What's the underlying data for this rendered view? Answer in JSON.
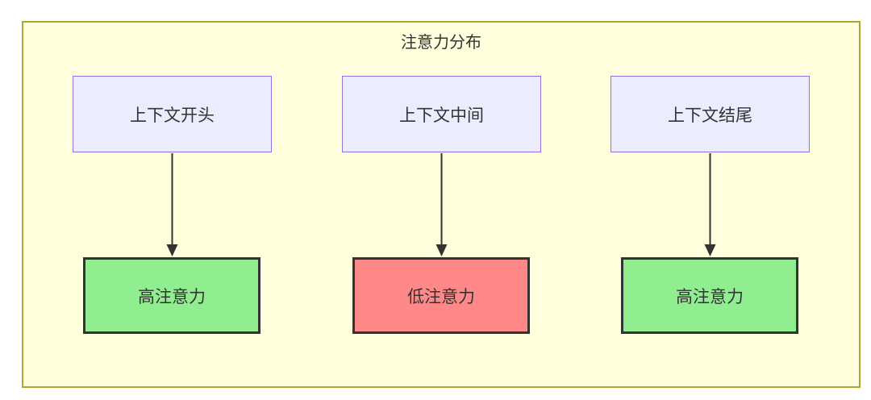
{
  "diagram": {
    "title": "注意力分布",
    "columns": [
      {
        "source": "上下文开头",
        "result": "高注意力",
        "level": "high"
      },
      {
        "source": "上下文中间",
        "result": "低注意力",
        "level": "low"
      },
      {
        "source": "上下文结尾",
        "result": "高注意力",
        "level": "high"
      }
    ],
    "colors": {
      "container_bg": "#ffffde",
      "container_border": "#aaaa33",
      "source_fill": "#ececff",
      "source_border": "#9370db",
      "high_fill": "#90ee90",
      "low_fill": "#ff8888",
      "result_border": "#333333",
      "arrow": "#333333",
      "text": "#333333",
      "page_bg": "#ffffff"
    }
  }
}
